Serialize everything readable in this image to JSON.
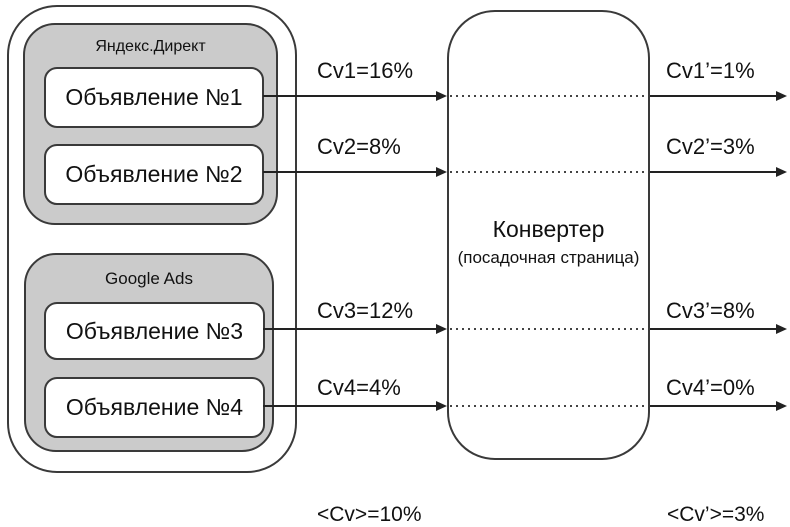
{
  "diagram": {
    "sources": [
      {
        "platform": "Яндекс.Директ",
        "ads": [
          "Объявление №1",
          "Объявление №2"
        ]
      },
      {
        "platform": "Google Ads",
        "ads": [
          "Объявление №3",
          "Объявление №4"
        ]
      }
    ],
    "converter": {
      "title": "Конвертер",
      "subtitle": "(посадочная страница)"
    },
    "flows": [
      {
        "in_label": "Cv1=16%",
        "out_label": "Cv1’=1%"
      },
      {
        "in_label": "Cv2=8%",
        "out_label": "Cv2’=3%"
      },
      {
        "in_label": "Cv3=12%",
        "out_label": "Cv3’=8%"
      },
      {
        "in_label": "Cv4=4%",
        "out_label": "Cv4’=0%"
      }
    ],
    "averages": {
      "in_label": "<Cv>=10%",
      "out_label": "<Cv’>=3%"
    },
    "colors": {
      "background": "#ffffff",
      "group_fill": "#cbcbcb",
      "box_border": "#3a3a3a",
      "line": "#222222",
      "text": "#111111"
    }
  }
}
